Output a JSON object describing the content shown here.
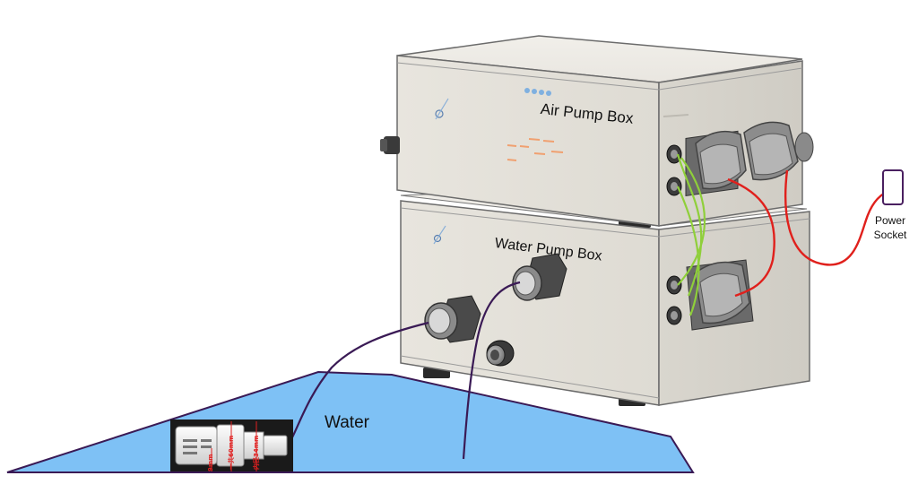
{
  "labels": {
    "air_pump_box": "Air Pump Box",
    "water_pump_box": "Water Pump Box",
    "water": "Water",
    "power_socket_line1": "Power",
    "power_socket_line2": "Socket"
  },
  "filter_annotations": {
    "length": "一共60mm",
    "bore": "内径34mm",
    "small": "9mm"
  },
  "colors": {
    "box_body": "#e6e3dc",
    "box_front": "#dcd9d1",
    "box_edge": "#6b6b6b",
    "water": "#7ec1f5",
    "tube": "#3a1a55",
    "power_cable": "#e0201c",
    "ground_wire": "#8fcf3a",
    "socket_outline": "#4a2060"
  }
}
